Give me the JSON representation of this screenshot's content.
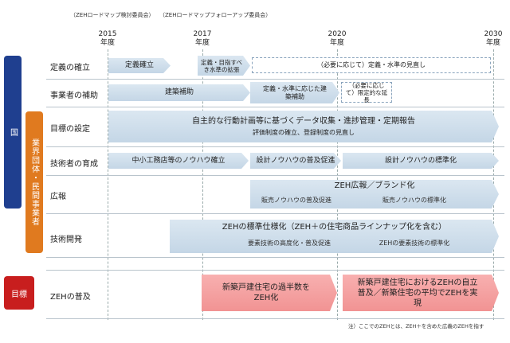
{
  "committees": {
    "first": "（ZEHロードマップ検討委員会）",
    "second": "（ZEHロードマップフォローアップ委員会）"
  },
  "years": [
    {
      "year": "2015",
      "unit": "年度"
    },
    {
      "year": "2017",
      "unit": "年度"
    },
    {
      "year": "2020",
      "unit": "年度"
    },
    {
      "year": "2030",
      "unit": "年度"
    }
  ],
  "sidebars": {
    "country": "国",
    "industry": "業界団体・民間事業者",
    "goal": "目標"
  },
  "rows": {
    "definition": "定義の確立",
    "subsidy": "事業者の補助",
    "targets": "目標の設定",
    "training": "技術者の育成",
    "pr": "広報",
    "tech": "技術開発",
    "spread": "ZEHの普及"
  },
  "bars": {
    "def_1": "定義確立",
    "def_2": "定義・目指すべき水準の拡張",
    "def_3": "（必要に応じて）定義・水準の見直し",
    "sub_1": "建築補助",
    "sub_2": "定義・水準に応じた建築補助",
    "sub_3": "（必要に応じて）限定的な延長",
    "tgt_main": "自主的な行動計画等に基づくデータ収集・進捗管理・定期報告",
    "tgt_sub": "評価制度の確立、登録制度の見直し",
    "trn_1": "中小工務店等のノウハウ確立",
    "trn_2": "設計ノウハウの普及促進",
    "trn_3": "設計ノウハウの標準化",
    "pr_main": "ZEH広報／ブランド化",
    "pr_sub1": "販売ノウハウの普及促進",
    "pr_sub2": "販売ノウハウの標準化",
    "tech_main": "ZEHの標準仕様化（ZEH＋の住宅商品ラインナップ化を含む）",
    "tech_sub1": "要素技術の高度化・普及促進",
    "tech_sub2": "ZEHの要素技術の標準化",
    "goal_1": "新築戸建住宅の過半数をZEH化",
    "goal_2": "新築戸建住宅におけるZEHの自立普及／新築住宅の平均でZEHを実現"
  },
  "footnote": "注）ここでのZEHとは、ZEH＋を含めた広義のZEHを指す",
  "colors": {
    "country": "#1f3f8f",
    "industry": "#e07a1f",
    "goal": "#c81e1e",
    "bar_blue": "#c4d6e6",
    "bar_pink": "#f19393"
  }
}
